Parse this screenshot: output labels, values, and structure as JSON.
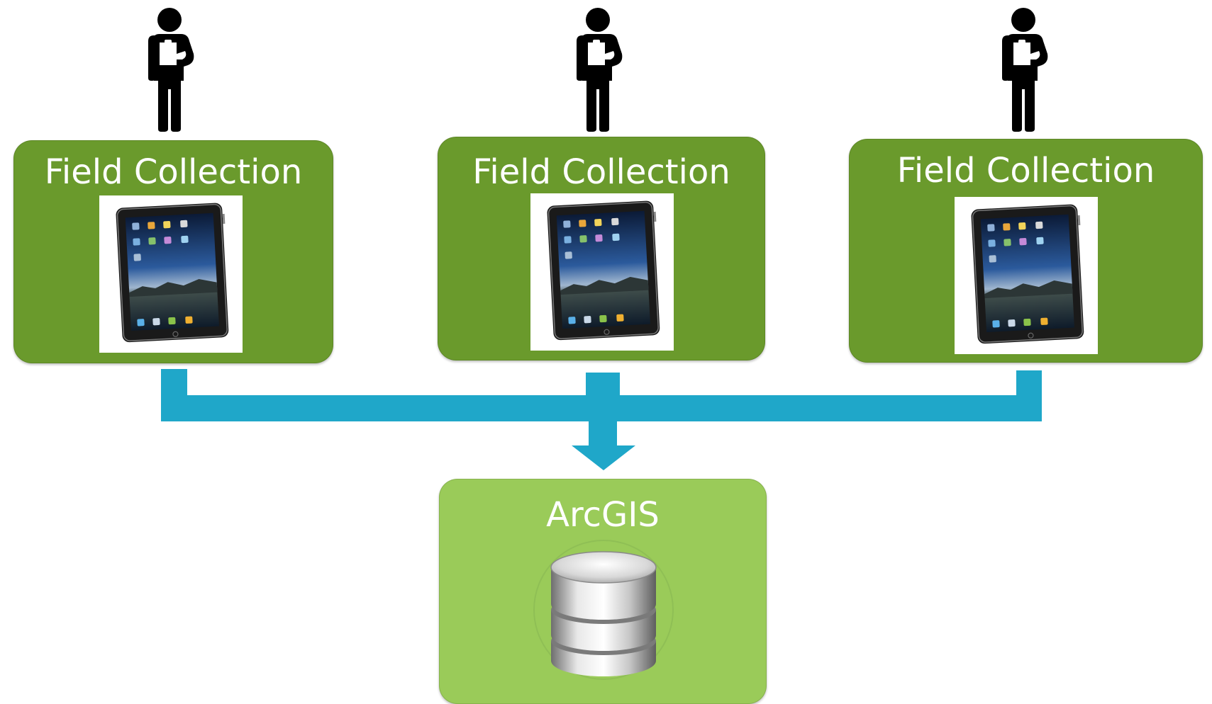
{
  "nodes": [
    {
      "id": "field-1",
      "title": "Field Collection"
    },
    {
      "id": "field-2",
      "title": "Field Collection"
    },
    {
      "id": "field-3",
      "title": "Field Collection"
    }
  ],
  "target": {
    "title": "ArcGIS"
  },
  "colors": {
    "field_box": "#6a9a2c",
    "target_box": "#9acb59",
    "connector": "#1fa7c9",
    "person": "#000000",
    "title_text": "#ffffff"
  },
  "icons": {
    "person": "field-worker-with-clipboard-icon",
    "device": "tablet-icon",
    "database": "database-icon",
    "arrow": "arrow-down-icon"
  }
}
